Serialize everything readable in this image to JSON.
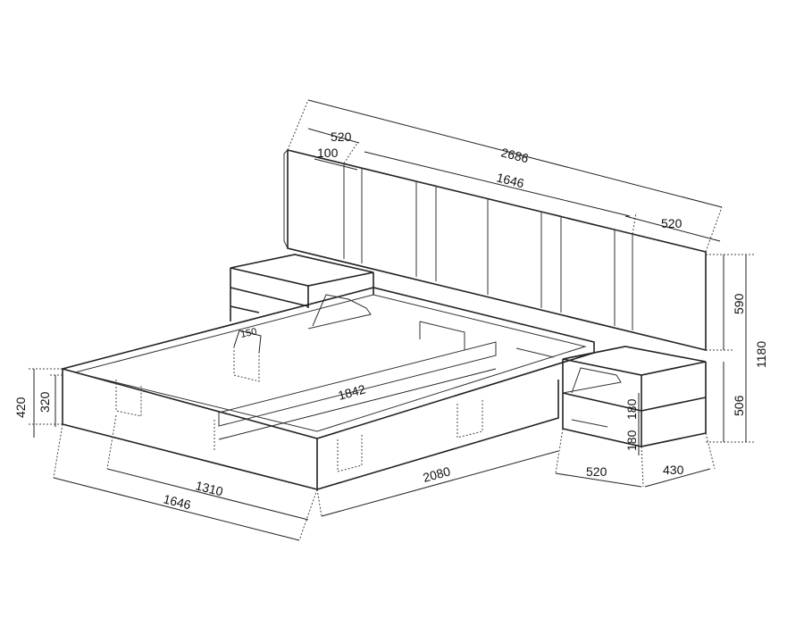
{
  "drawing": {
    "dimensions": {
      "headboard_total_width": "2686",
      "headboard_side_panel_left": "520",
      "headboard_side_panel_right": "520",
      "headboard_center": "1646",
      "panel_gap": "100",
      "headboard_height": "590",
      "total_height": "1180",
      "nightstand_height": "506",
      "drawer_upper": "180",
      "drawer_lower": "180",
      "nightstand_width": "520",
      "nightstand_depth": "430",
      "bed_length": "2080",
      "mattress_length": "1842",
      "support_width": "150",
      "bed_height": "420",
      "frame_height": "320",
      "mattress_width": "1310",
      "bed_width": "1646"
    }
  }
}
